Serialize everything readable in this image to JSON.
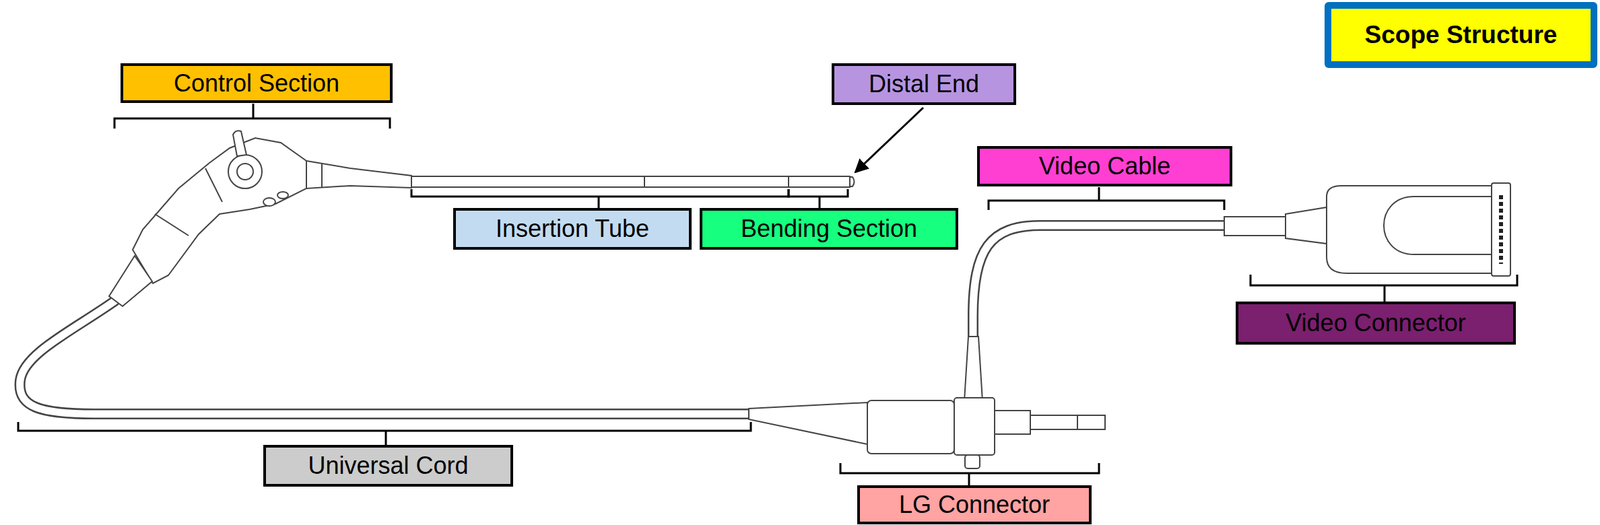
{
  "diagram": {
    "nodes": [
      {
        "text": [
          "Scope Structure"
        ]
      },
      {
        "text": [
          "Control Section"
        ]
      },
      {
        "text": [
          "Distal End"
        ]
      },
      {
        "text": [
          "Video Cable"
        ]
      },
      {
        "text": [
          "Insertion Tube"
        ]
      },
      {
        "text": [
          "Bending Section"
        ]
      },
      {
        "text": [
          "Video Connector"
        ]
      },
      {
        "text": [
          "Universal Cord"
        ]
      },
      {
        "text": [
          "LG Connector"
        ]
      }
    ]
  }
}
